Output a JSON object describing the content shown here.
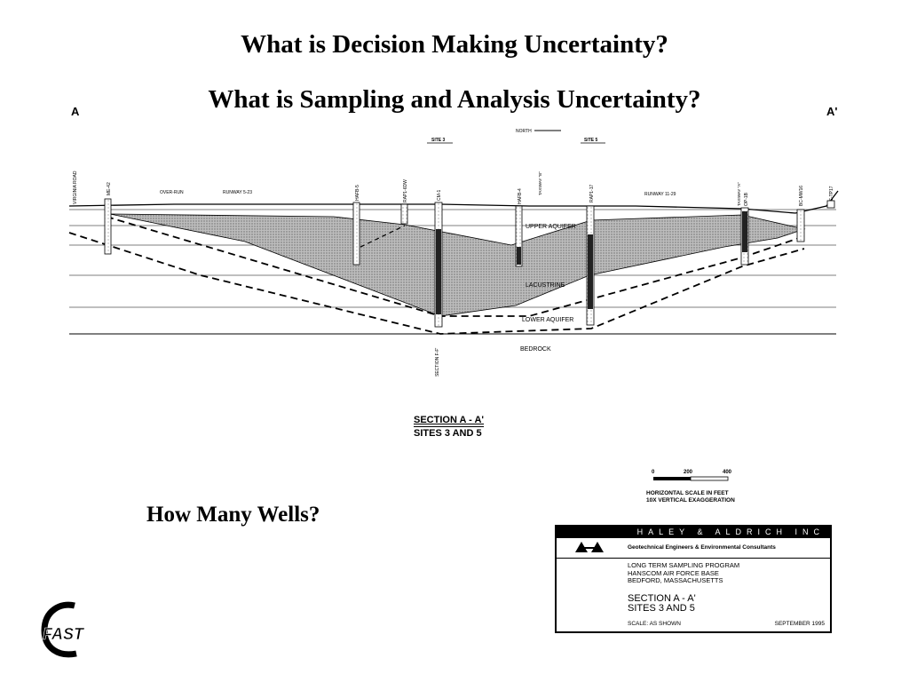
{
  "slide": {
    "title_1": "What is Decision Making Uncertainty?",
    "title_2": "What is Sampling and Analysis Uncertainty?",
    "question": "How Many Wells?"
  },
  "section": {
    "left_mark": "A",
    "right_mark": "A'",
    "north": "NORTH",
    "site_3": "SITE 3",
    "site_5": "SITE 5",
    "left_road": "VIRGINIA ROAD",
    "overrun": "OVER-RUN",
    "runway_1": "RUNWAY 5-23",
    "runway_2": "RUNWAY 11-29",
    "taxiway_b": "TAXIWAY \"B\"",
    "taxiway_a": "TAXIWAY \"A\"",
    "section_line": "SECTION F-F'",
    "wells": [
      "ME-42",
      "HAFB-5",
      "RAP1-6DW",
      "CM-1",
      "HAFB-4",
      "RAP1-17",
      "OP-1B",
      "BC-MW16",
      "BC-TP17"
    ],
    "layers": {
      "upper_aquifer": "UPPER AQUIFER",
      "lacustrine": "LACUSTRINE",
      "lower_aquifer": "LOWER AQUIFER",
      "bedrock": "BEDROCK"
    },
    "caption_1": "SECTION A - A'",
    "caption_2": "SITES 3 AND 5"
  },
  "scale_bar": {
    "ticks": [
      "0",
      "200",
      "400"
    ],
    "line_1": "HORIZONTAL SCALE IN FEET",
    "line_2": "10X VERTICAL EXAGGERATION"
  },
  "title_block": {
    "firm_header": "HALEY & ALDRICH INC",
    "firm_sub": "Geotechnical Engineers & Environmental Consultants",
    "program_1": "LONG TERM SAMPLING PROGRAM",
    "program_2": "HANSCOM AIR FORCE BASE",
    "program_3": "BEDFORD, MASSACHUSETTS",
    "section_1": "SECTION A - A'",
    "section_2": "SITES 3 AND 5",
    "scale": "SCALE: AS SHOWN",
    "date": "SEPTEMBER 1995"
  },
  "logo": {
    "text": "FAST"
  }
}
